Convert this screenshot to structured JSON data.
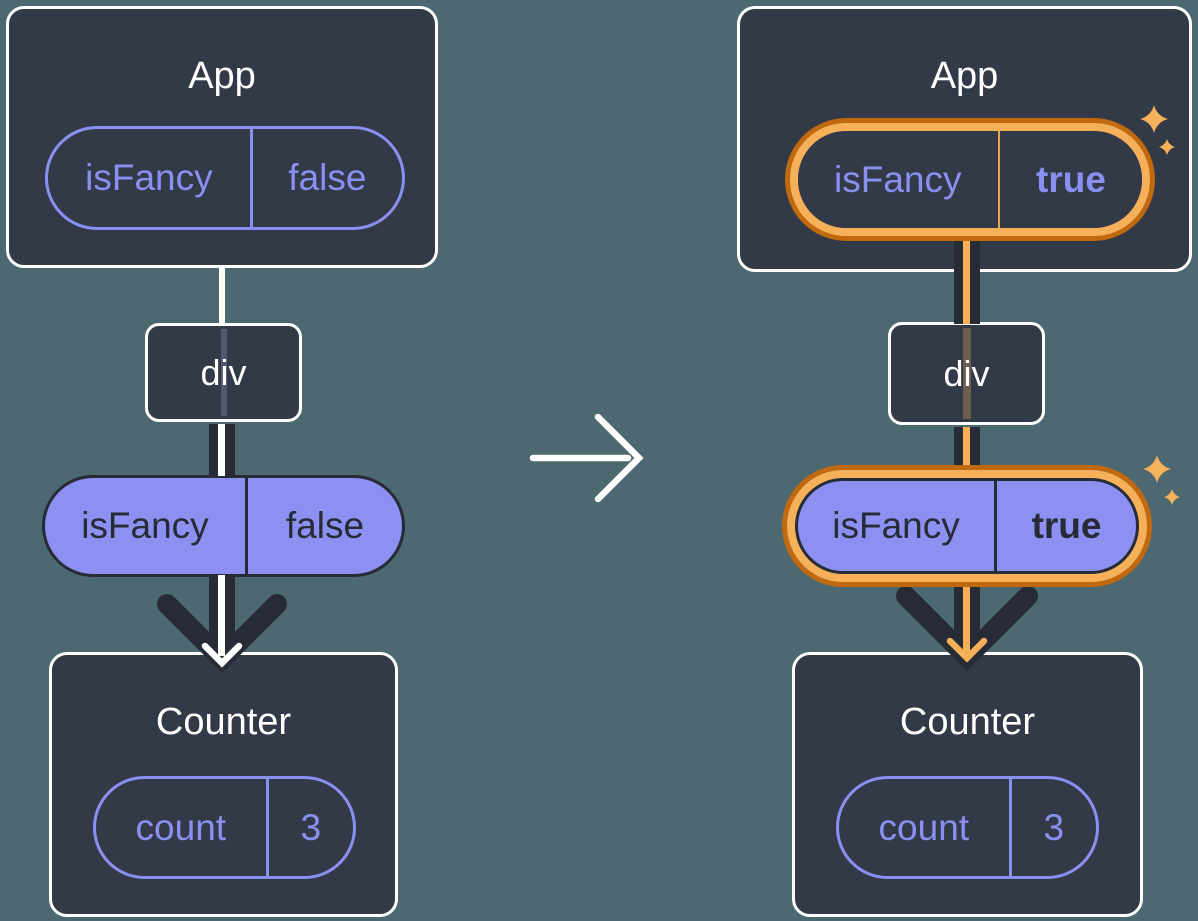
{
  "colors": {
    "background": "#4C6870",
    "card": "#333A47",
    "card_border": "#FFFFFF",
    "purple": "#8A90F2",
    "purple_fill": "#8C90F0",
    "ink": "#262B36",
    "orange_ring_outer": "#C1690F",
    "orange_ring_inner": "#F6B05A",
    "orange_divider": "#E9A44F",
    "sparkle": "#F5B15C",
    "white": "#FFFFFF"
  },
  "icons": {
    "transition": "right-arrow",
    "prop_flow": "down-arrow",
    "highlight": "sparkles"
  },
  "before": {
    "app": {
      "title": "App",
      "state_key": "isFancy",
      "state_value": "false"
    },
    "div_label": "div",
    "prop_key": "isFancy",
    "prop_value": "false",
    "counter": {
      "title": "Counter",
      "state_key": "count",
      "state_value": "3"
    }
  },
  "after": {
    "app": {
      "title": "App",
      "state_key": "isFancy",
      "state_value": "true"
    },
    "div_label": "div",
    "prop_key": "isFancy",
    "prop_value": "true",
    "counter": {
      "title": "Counter",
      "state_key": "count",
      "state_value": "3"
    }
  }
}
